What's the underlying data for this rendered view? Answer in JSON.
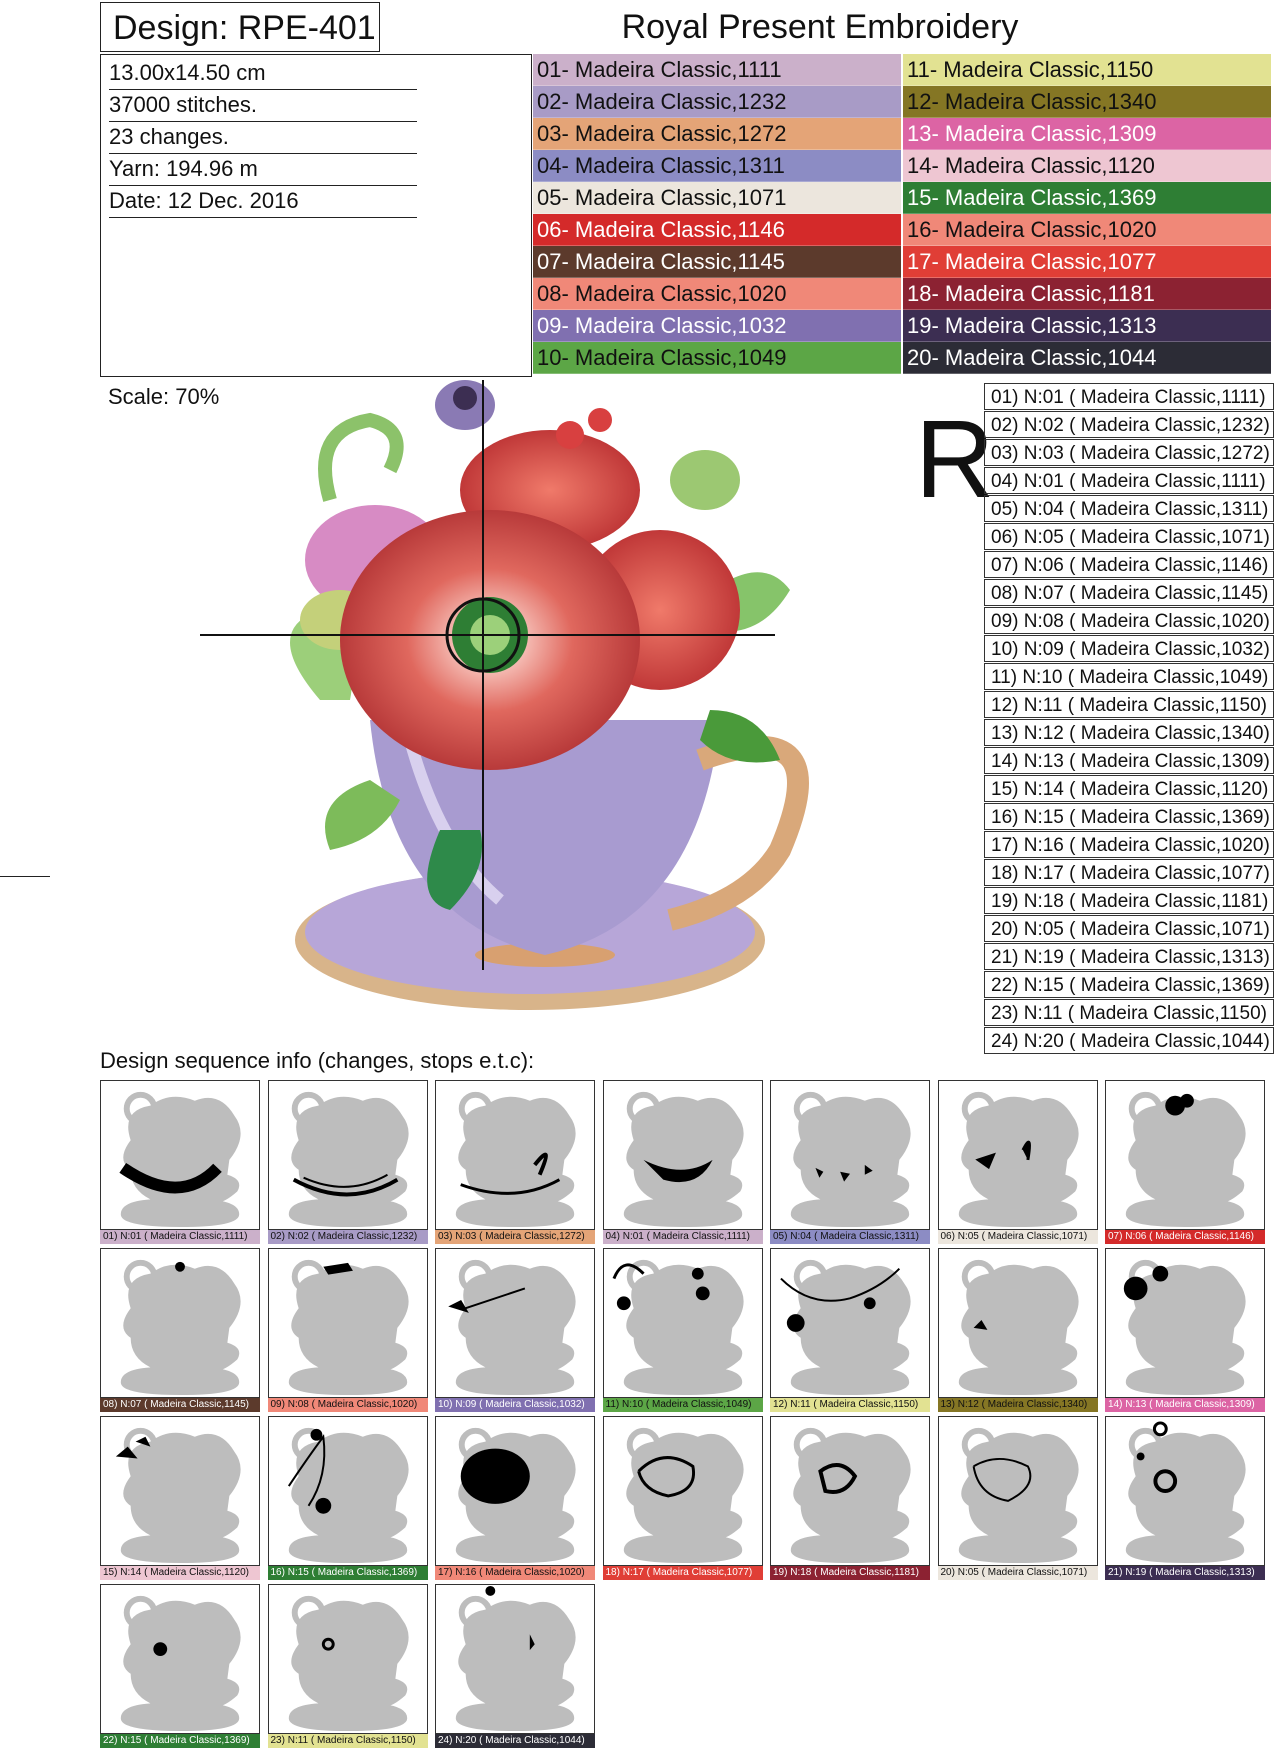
{
  "header": {
    "design_label": "Design: RPE-401",
    "company": "Royal Present Embroidery"
  },
  "specs": [
    "13.00x14.50 cm",
    "37000 stitches.",
    "23 changes.",
    "Yarn: 194.96 m",
    "Date: 12 Dec. 2016"
  ],
  "colors": [
    {
      "label": "01- Madeira Classic,1111",
      "bg": "#cbb0ca",
      "fg": "#111111"
    },
    {
      "label": "02- Madeira Classic,1232",
      "bg": "#a89bc6",
      "fg": "#111111"
    },
    {
      "label": "03- Madeira Classic,1272",
      "bg": "#e4a477",
      "fg": "#111111"
    },
    {
      "label": "04- Madeira Classic,1311",
      "bg": "#8c8cc4",
      "fg": "#111111"
    },
    {
      "label": "05- Madeira Classic,1071",
      "bg": "#ece6dd",
      "fg": "#111111"
    },
    {
      "label": "06- Madeira Classic,1146",
      "bg": "#d42a2a",
      "fg": "#ffffff"
    },
    {
      "label": "07- Madeira Classic,1145",
      "bg": "#5c3a2c",
      "fg": "#ffffff"
    },
    {
      "label": "08- Madeira Classic,1020",
      "bg": "#f08878",
      "fg": "#111111"
    },
    {
      "label": "09- Madeira Classic,1032",
      "bg": "#8070b0",
      "fg": "#ffffff"
    },
    {
      "label": "10- Madeira Classic,1049",
      "bg": "#5ca646",
      "fg": "#111111"
    },
    {
      "label": "11- Madeira Classic,1150",
      "bg": "#e2e292",
      "fg": "#111111"
    },
    {
      "label": "12- Madeira Classic,1340",
      "bg": "#857624",
      "fg": "#111111"
    },
    {
      "label": "13- Madeira Classic,1309",
      "bg": "#dc64a4",
      "fg": "#ffffff"
    },
    {
      "label": "14- Madeira Classic,1120",
      "bg": "#eec6d2",
      "fg": "#111111"
    },
    {
      "label": "15- Madeira Classic,1369",
      "bg": "#2e7e34",
      "fg": "#ffffff"
    },
    {
      "label": "16- Madeira Classic,1020",
      "bg": "#f08878",
      "fg": "#111111"
    },
    {
      "label": "17- Madeira Classic,1077",
      "bg": "#e03e36",
      "fg": "#ffffff"
    },
    {
      "label": "18- Madeira Classic,1181",
      "bg": "#8c2232",
      "fg": "#ffffff"
    },
    {
      "label": "19- Madeira Classic,1313",
      "bg": "#3c2e52",
      "fg": "#ffffff"
    },
    {
      "label": "20- Madeira Classic,1044",
      "bg": "#2c2c36",
      "fg": "#ffffff"
    }
  ],
  "scale_label": "Scale: 70%",
  "r_letter": "R",
  "sequence": [
    "01) N:01 ( Madeira Classic,1111)",
    "02) N:02 ( Madeira Classic,1232)",
    "03) N:03 ( Madeira Classic,1272)",
    "04) N:01 ( Madeira Classic,1111)",
    "05) N:04 ( Madeira Classic,1311)",
    "06) N:05 ( Madeira Classic,1071)",
    "07) N:06 ( Madeira Classic,1146)",
    "08) N:07 ( Madeira Classic,1145)",
    "09) N:08 ( Madeira Classic,1020)",
    "10) N:09 ( Madeira Classic,1032)",
    "11) N:10 ( Madeira Classic,1049)",
    "12) N:11 ( Madeira Classic,1150)",
    "13) N:12 ( Madeira Classic,1340)",
    "14) N:13 ( Madeira Classic,1309)",
    "15) N:14 ( Madeira Classic,1120)",
    "16) N:15 ( Madeira Classic,1369)",
    "17) N:16 ( Madeira Classic,1020)",
    "18) N:17 ( Madeira Classic,1077)",
    "19) N:18 ( Madeira Classic,1181)",
    "20) N:05 ( Madeira Classic,1071)",
    "21) N:19 ( Madeira Classic,1313)",
    "22) N:15 ( Madeira Classic,1369)",
    "23) N:11 ( Madeira Classic,1150)",
    "24) N:20 ( Madeira Classic,1044)"
  ],
  "sequence_heading": "Design sequence info (changes, stops e.t.c):",
  "thumbnails": [
    {
      "caption": "01) N:01 ( Madeira Classic,1111)",
      "bg": "#cbb0ca",
      "fg": "#111111"
    },
    {
      "caption": "02) N:02 ( Madeira Classic,1232)",
      "bg": "#a89bc6",
      "fg": "#111111"
    },
    {
      "caption": "03) N:03 ( Madeira Classic,1272)",
      "bg": "#e4a477",
      "fg": "#111111"
    },
    {
      "caption": "04) N:01 ( Madeira Classic,1111)",
      "bg": "#cbb0ca",
      "fg": "#111111"
    },
    {
      "caption": "05) N:04 ( Madeira Classic,1311)",
      "bg": "#8c8cc4",
      "fg": "#111111"
    },
    {
      "caption": "06) N:05 ( Madeira Classic,1071)",
      "bg": "#ece6dd",
      "fg": "#111111"
    },
    {
      "caption": "07) N:06 ( Madeira Classic,1146)",
      "bg": "#d42a2a",
      "fg": "#ffffff"
    },
    {
      "caption": "08) N:07 ( Madeira Classic,1145)",
      "bg": "#5c3a2c",
      "fg": "#ffffff"
    },
    {
      "caption": "09) N:08 ( Madeira Classic,1020)",
      "bg": "#f08878",
      "fg": "#111111"
    },
    {
      "caption": "10) N:09 ( Madeira Classic,1032)",
      "bg": "#8070b0",
      "fg": "#ffffff"
    },
    {
      "caption": "11) N:10 ( Madeira Classic,1049)",
      "bg": "#5ca646",
      "fg": "#111111"
    },
    {
      "caption": "12) N:11 ( Madeira Classic,1150)",
      "bg": "#e2e292",
      "fg": "#111111"
    },
    {
      "caption": "13) N:12 ( Madeira Classic,1340)",
      "bg": "#857624",
      "fg": "#111111"
    },
    {
      "caption": "14) N:13 ( Madeira Classic,1309)",
      "bg": "#dc64a4",
      "fg": "#ffffff"
    },
    {
      "caption": "15) N:14 ( Madeira Classic,1120)",
      "bg": "#eec6d2",
      "fg": "#111111"
    },
    {
      "caption": "16) N:15 ( Madeira Classic,1369)",
      "bg": "#2e7e34",
      "fg": "#ffffff"
    },
    {
      "caption": "17) N:16 ( Madeira Classic,1020)",
      "bg": "#f08878",
      "fg": "#111111"
    },
    {
      "caption": "18) N:17 ( Madeira Classic,1077)",
      "bg": "#e03e36",
      "fg": "#ffffff"
    },
    {
      "caption": "19) N:18 ( Madeira Classic,1181)",
      "bg": "#8c2232",
      "fg": "#ffffff"
    },
    {
      "caption": "20) N:05 ( Madeira Classic,1071)",
      "bg": "#ece6dd",
      "fg": "#111111"
    },
    {
      "caption": "21) N:19 ( Madeira Classic,1313)",
      "bg": "#3c2e52",
      "fg": "#ffffff"
    },
    {
      "caption": "22) N:15 ( Madeira Classic,1369)",
      "bg": "#2e7e34",
      "fg": "#ffffff"
    },
    {
      "caption": "23) N:11 ( Madeira Classic,1150)",
      "bg": "#e2e292",
      "fg": "#111111"
    },
    {
      "caption": "24) N:20 ( Madeira Classic,1044)",
      "bg": "#2c2c36",
      "fg": "#ffffff"
    }
  ]
}
